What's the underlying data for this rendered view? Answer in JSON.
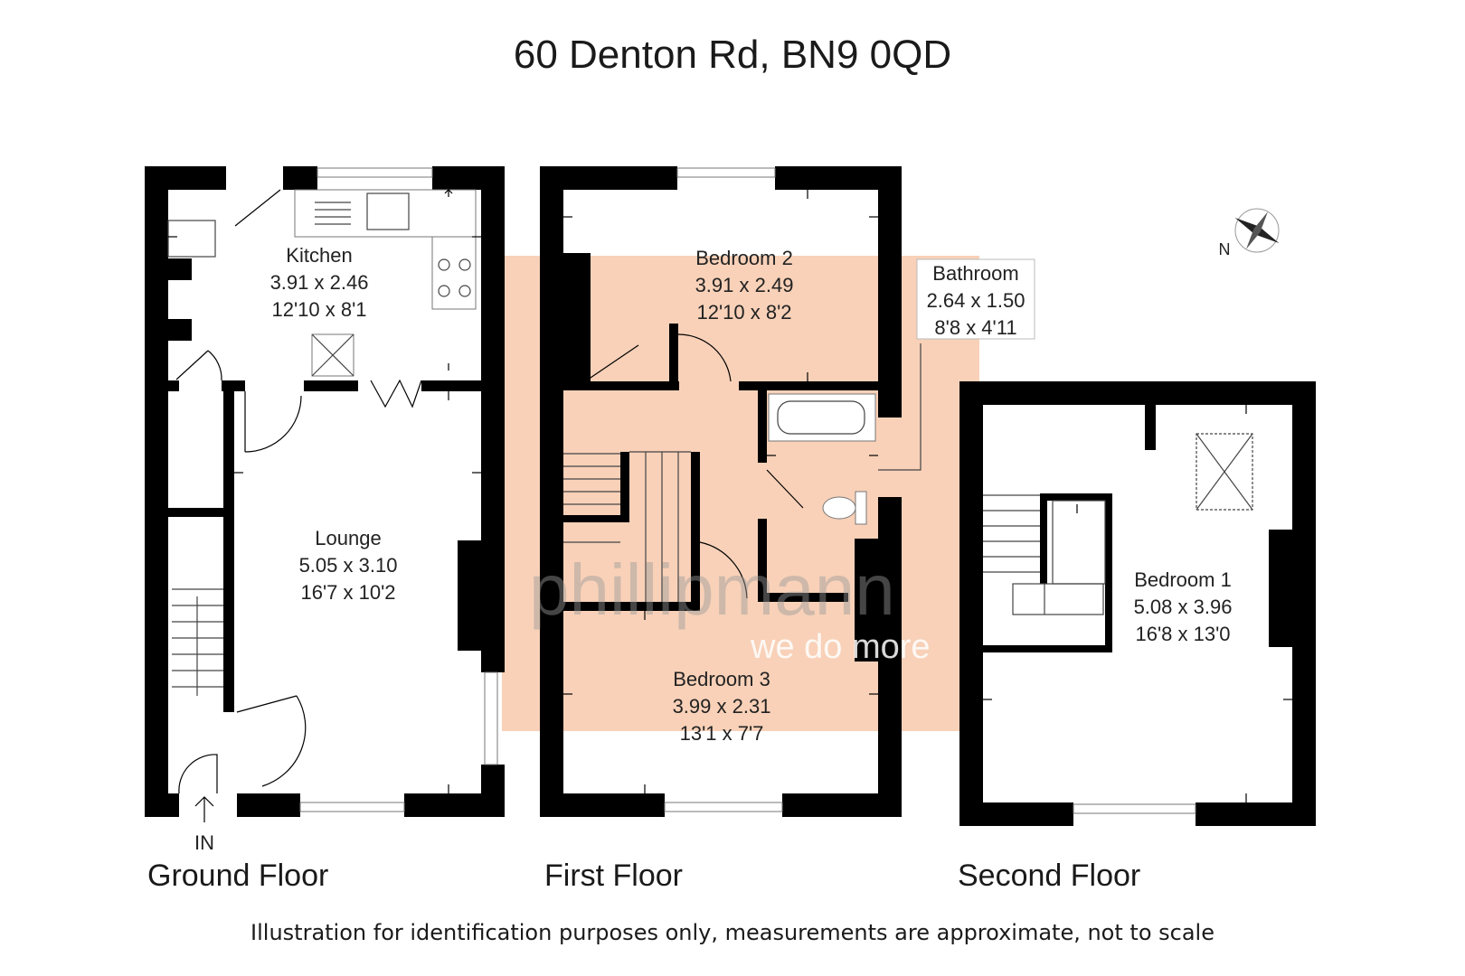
{
  "title": "60 Denton Rd, BN9 0QD",
  "floors": {
    "ground": "Ground Floor",
    "first": "First Floor",
    "second": "Second Floor"
  },
  "entrance_label": "IN",
  "compass_label": "N",
  "watermark": {
    "brand": "phillipmann",
    "tagline": "we do more",
    "color": "#f4c7ad"
  },
  "rooms": {
    "kitchen": {
      "name": "Kitchen",
      "metric": "3.91 x 2.46",
      "imperial": "12'10 x 8'1"
    },
    "lounge": {
      "name": "Lounge",
      "metric": "5.05 x 3.10",
      "imperial": "16'7 x 10'2"
    },
    "bedroom2": {
      "name": "Bedroom 2",
      "metric": "3.91 x 2.49",
      "imperial": "12'10 x 8'2"
    },
    "bathroom": {
      "name": "Bathroom",
      "metric": "2.64 x 1.50",
      "imperial": "8'8 x 4'11"
    },
    "bedroom3": {
      "name": "Bedroom 3",
      "metric": "3.99 x 2.31",
      "imperial": "13'1 x 7'7"
    },
    "bedroom1": {
      "name": "Bedroom 1",
      "metric": "5.08 x 3.96",
      "imperial": "16'8 x 13'0"
    }
  },
  "disclaimer": "Illustration for identification purposes only, measurements are approximate, not to scale"
}
